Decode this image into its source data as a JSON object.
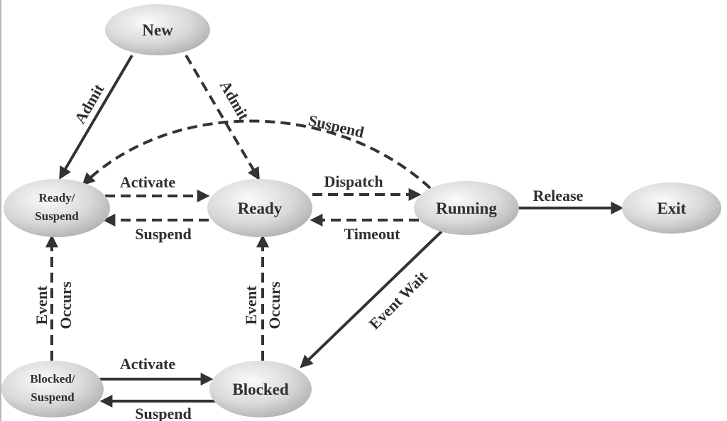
{
  "diagram": {
    "states": {
      "new": "New",
      "ready_suspend_line1": "Ready/",
      "ready_suspend_line2": "Suspend",
      "ready": "Ready",
      "running": "Running",
      "exit": "Exit",
      "blocked_suspend_line1": "Blocked/",
      "blocked_suspend_line2": "Suspend",
      "blocked": "Blocked"
    },
    "transitions": {
      "admit_to_ready_suspend": "Admit",
      "admit_to_ready": "Admit",
      "suspend_running_to_ready_suspend": "Suspend",
      "activate_ready_suspend_to_ready": "Activate",
      "suspend_ready_to_ready_suspend": "Suspend",
      "dispatch": "Dispatch",
      "timeout": "Timeout",
      "release": "Release",
      "event_wait": "Event Wait",
      "event_occurs_left_line1": "Event",
      "event_occurs_left_line2": "Occurs",
      "event_occurs_right_line1": "Event",
      "event_occurs_right_line2": "Occurs",
      "activate_blocked_suspend_to_blocked": "Activate",
      "suspend_blocked_to_blocked_suspend": "Suspend"
    }
  }
}
